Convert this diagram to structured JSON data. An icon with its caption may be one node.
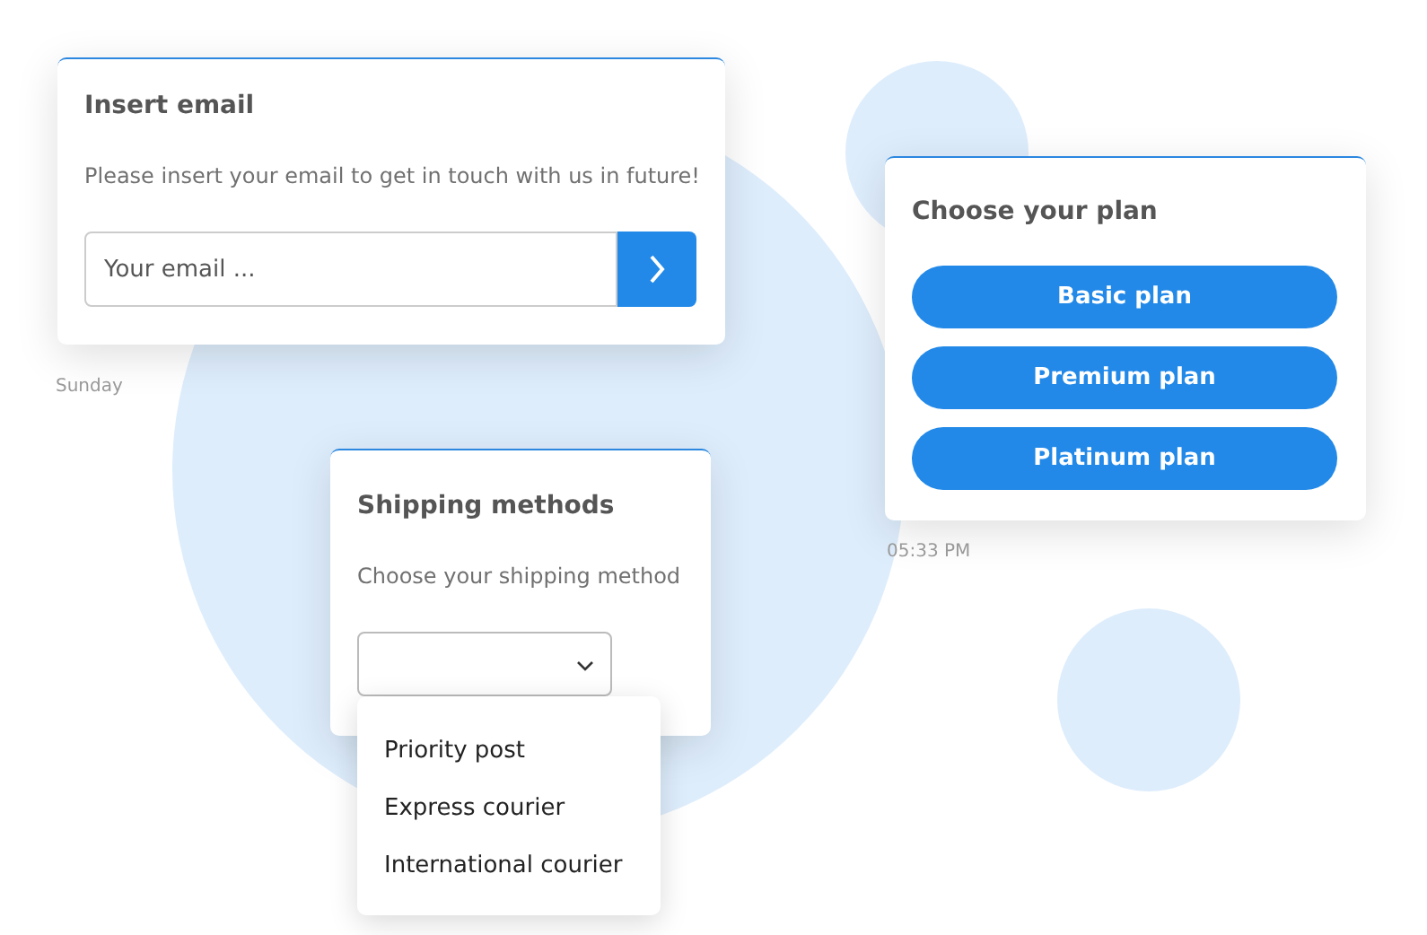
{
  "diagram": {
    "nodes": [
      {
        "text": [
          "Insert email",
          "Please insert your email to get in touch with us in future!"
        ],
        "beside": [
          "Sunday"
        ]
      },
      {
        "text": [
          "Your email ..."
        ],
        "in": 0
      },
      {
        "text": [],
        "shape": "box",
        "in": 0
      },
      {
        "text": [
          "Choose your plan"
        ],
        "beside": [
          "05:33 PM"
        ]
      },
      {
        "text": [
          "Basic plan"
        ],
        "in": 3
      },
      {
        "text": [
          "Premium plan"
        ],
        "in": 3
      },
      {
        "text": [
          "Platinum plan"
        ],
        "in": 3
      },
      {
        "text": [
          "Shipping methods",
          "Choose your shipping method"
        ]
      },
      {
        "text": [],
        "shape": "box",
        "in": 7
      },
      {
        "text": [
          "Priority post",
          "Express courier",
          "International courier"
        ]
      }
    ]
  }
}
